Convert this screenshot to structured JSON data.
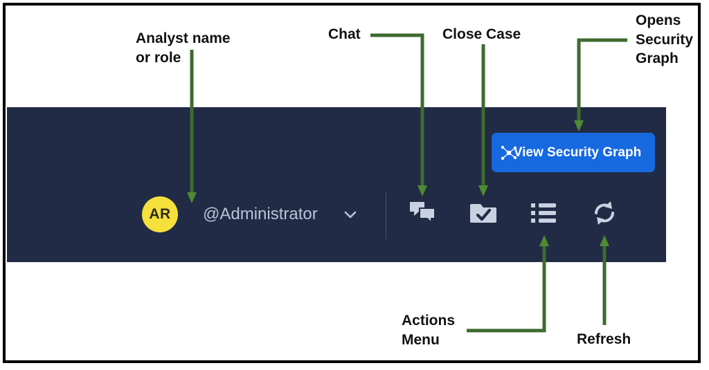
{
  "panel": {
    "background_color": "#222b45",
    "accent_color": "#1769e0",
    "avatar_color": "#f5e03c",
    "annotation_color": "#3e6b2f"
  },
  "user": {
    "avatar_initials": "AR",
    "display_name": "@Administrator",
    "chevron_icon": "chevron-down-icon"
  },
  "actions": [
    {
      "id": "chat",
      "icon": "chat-bubbles-icon",
      "label": "Chat"
    },
    {
      "id": "close",
      "icon": "folder-check-icon",
      "label": "Close Case"
    },
    {
      "id": "actions",
      "icon": "bulleted-list-icon",
      "label": "Actions Menu"
    },
    {
      "id": "refresh",
      "icon": "refresh-sync-icon",
      "label": "Refresh"
    }
  ],
  "primary_button": {
    "label": "View Security Graph",
    "icon": "node-graph-icon"
  },
  "callouts": {
    "analyst": "Analyst name\nor role",
    "chat": "Chat",
    "close_case": "Close Case",
    "security_graph": "Opens\nSecurity\nGraph",
    "actions_menu": "Actions\nMenu",
    "refresh": "Refresh"
  }
}
